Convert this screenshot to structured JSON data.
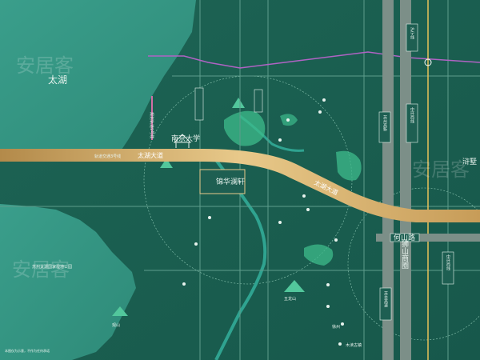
{
  "lake": {
    "name": "太湖"
  },
  "roads": {
    "taihu_avenue_left": "太湖大道",
    "taihu_avenue_right": "太湖大道",
    "zhongshan": "中环西线",
    "zhongshan_right": "中环西线",
    "heshan": "何山路",
    "suzhou_jiaotong": "苏州高新",
    "huning": "沪宁线",
    "lakeshore": "苏台高速"
  },
  "places": {
    "nanjing_univ": "南京大学",
    "project": "锦华澜轩",
    "shishan": "狮山商圈",
    "taiwan_north": "苏州太湖国家湿地公园",
    "guanshan": "观山",
    "wuyishan": "五龙山",
    "mudu": "木渎古镇",
    "jiuzhou": "徐州",
    "right_edge": "浒墅"
  },
  "subway": {
    "line3": "轨道交通3号线",
    "line9": "规划轨道9号线"
  },
  "watermark": "安居客",
  "footer_note": "本图仅为示意，不作为任何承诺"
}
